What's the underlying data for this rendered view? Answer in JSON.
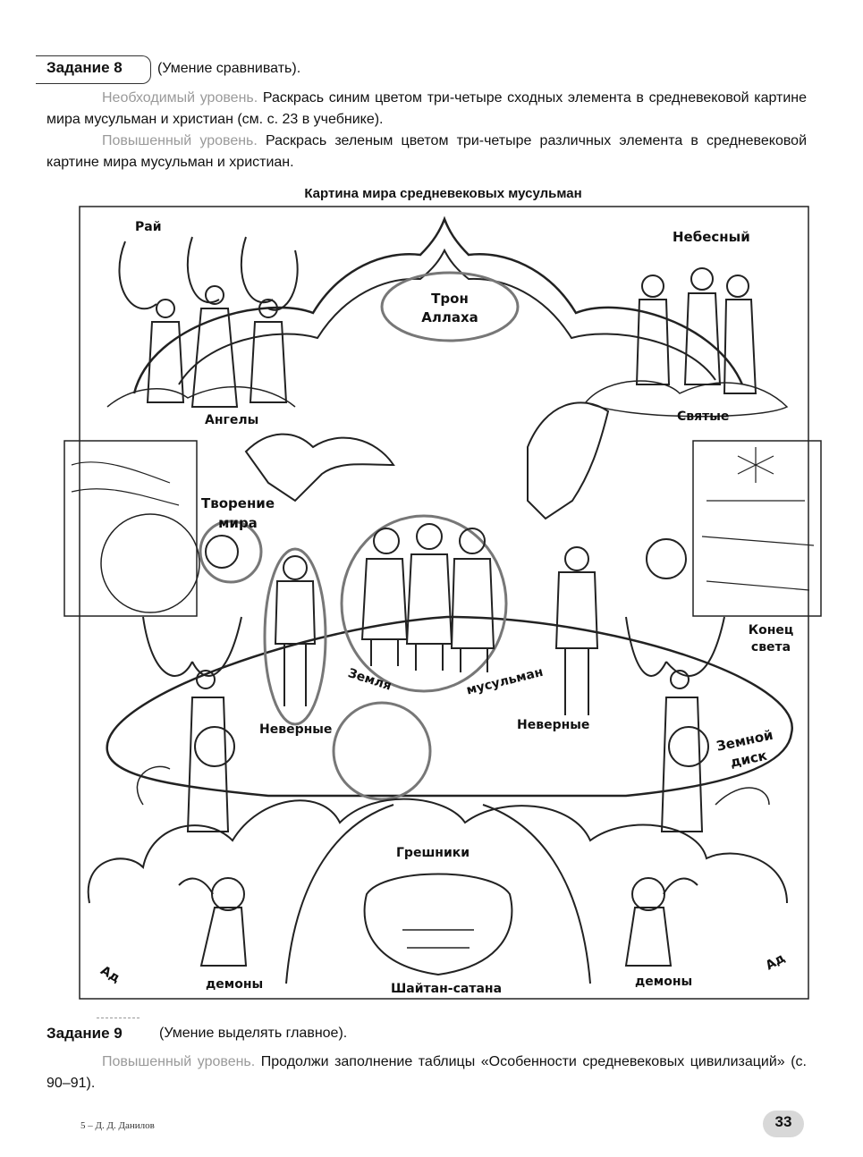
{
  "task8": {
    "heading": "Задание 8",
    "skill": "(Умение сравнивать).",
    "required_level": "Необходимый уровень.",
    "required_text": "Раскрась синим цветом три-четыре сходных элемента в средневековой картине мира мусульман и христиан (см. с. 23 в учебнике).",
    "advanced_level": "Повышенный уровень.",
    "advanced_text": "Раскрась зеленым цветом три-четыре различных элемента в средневековой картине мира мусульман и христиан."
  },
  "figure": {
    "title": "Картина мира средневековых мусульман",
    "labels": {
      "paradise": "Рай",
      "heavenly": "Небесный",
      "throne_line1": "Трон",
      "throne_line2": "Аллаха",
      "angels": "Ангелы",
      "saints": "Святые",
      "creation_line1": "Творение",
      "creation_line2": "мира",
      "end_line1": "Конец",
      "end_line2": "света",
      "earth": "Земля",
      "muslims": "мусульман",
      "infidels_left": "Неверные",
      "infidels_right": "Неверные",
      "earth_disk_line1": "Земной",
      "earth_disk_line2": "диск",
      "sinners": "Грешники",
      "hell_left": "Ад",
      "hell_right": "Ад",
      "demons_left": "демоны",
      "demons_right": "демоны",
      "shaitan": "Шайтан-сатана"
    }
  },
  "task9": {
    "heading": "Задание 9",
    "skill": "(Умение выделять главное).",
    "advanced_level": "Повышенный уровень.",
    "advanced_text": "Продолжи заполнение таблицы «Особенности средневековых цивилизаций» (с. 90–91)."
  },
  "footer": {
    "author": "5 – Д. Д. Данилов",
    "page_number": "33"
  }
}
